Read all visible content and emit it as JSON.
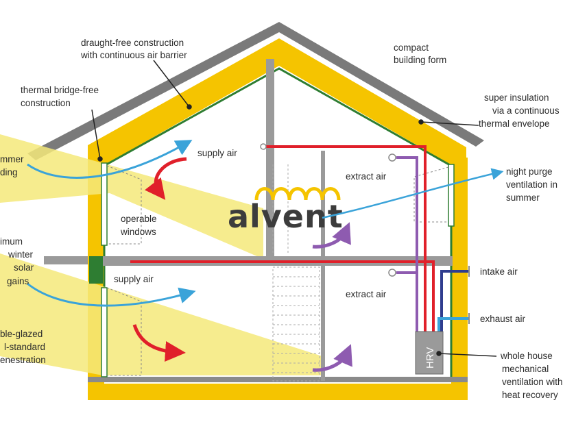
{
  "brand": {
    "name": "alvent",
    "arch_color": "#f5c400"
  },
  "colors": {
    "supply": "#e0202a",
    "extract": "#8e5bb0",
    "fresh_air": "#3aa3d9",
    "insulation": "#f5c400",
    "roof": "#7a7a7a",
    "airtight": "#2e7d32",
    "sun": "#f5e97a"
  },
  "labels": {
    "draught_free": [
      "draught-free construction",
      "with continuous air barrier"
    ],
    "compact": [
      "compact",
      "building form"
    ],
    "thermal_bridge": [
      "thermal bridge-free",
      "construction"
    ],
    "super_insulation": [
      "super insulation",
      "via a continuous",
      "thermal envelope"
    ],
    "summer_shading": [
      "mmer",
      "ding"
    ],
    "winter_solar": [
      "imum",
      "winter",
      "solar",
      "gains"
    ],
    "glazing": [
      "ble-glazed",
      "l-standard",
      "enestration"
    ],
    "supply_air_upper": "supply air",
    "supply_air_lower": "supply air",
    "operable_windows": [
      "operable",
      "windows"
    ],
    "extract_air_upper": "extract air",
    "extract_air_lower": "extract air",
    "night_purge": [
      "night purge",
      "ventilation in",
      "summer"
    ],
    "intake_air": "intake air",
    "exhaust_air": "exhaust air",
    "hrv_box": "HRV",
    "whole_house": [
      "whole house",
      "mechanical",
      "ventilation with",
      "heat recovery"
    ]
  },
  "icons": [
    "fresh-air-arrow-icon",
    "supply-air-arrow-icon",
    "extract-air-arrow-icon",
    "sun-ray-icon",
    "ceiling-diffuser-icon",
    "wall-vent-icon"
  ]
}
